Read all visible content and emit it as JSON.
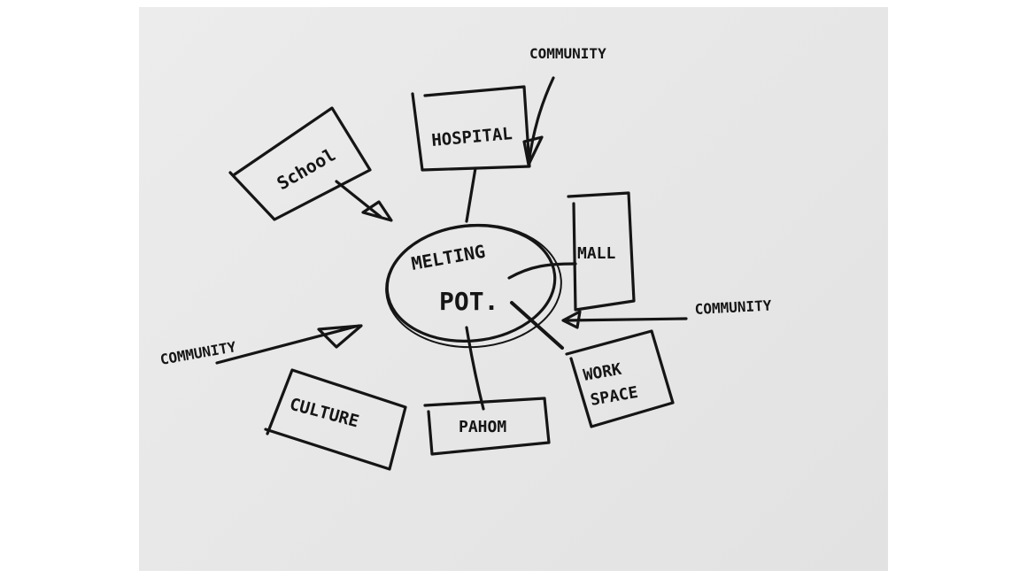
{
  "diagram": {
    "center": {
      "line1": "MELTING",
      "line2": "POT."
    },
    "nodes": {
      "hospital": "HOSPITAL",
      "school": "School",
      "mall": "MALL",
      "work_space_line1": "WORK",
      "work_space_line2": "SPACE",
      "pahom": "PAHOM",
      "culture": "CULTURE"
    },
    "arrows": {
      "community_top": "COMMUNITY",
      "community_right": "COMMUNITY",
      "community_left": "COMMUNITY"
    }
  }
}
